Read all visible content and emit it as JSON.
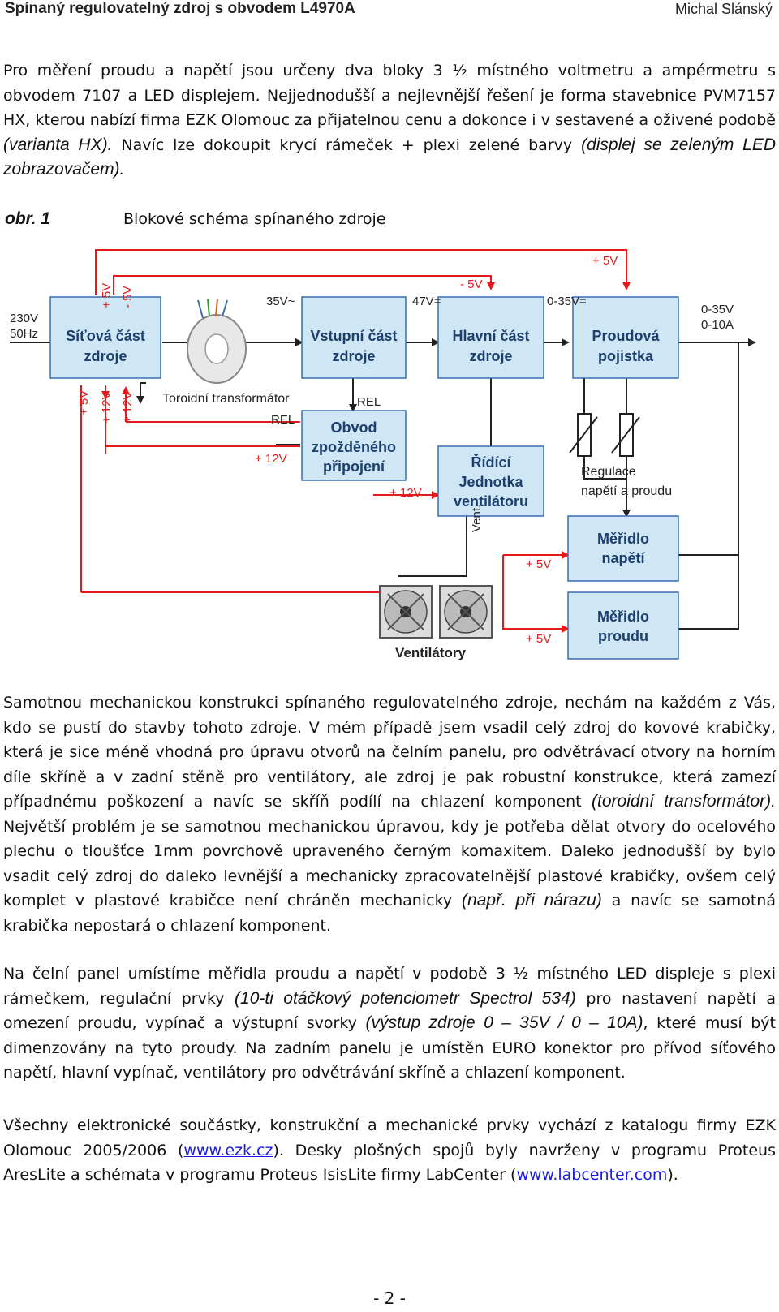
{
  "header": {
    "title": "Spínaný regulovatelný zdroj s obvodem L4970A",
    "author": "Michal Slánský"
  },
  "intro": {
    "text1": "Pro měření proudu a napětí jsou určeny dva bloky 3 ½ místného voltmetru a ampérmetru s obvodem 7107 a LED displejem. Nejjednodušší a nejlevnější řešení je forma stavebnice PVM7157 HX, kterou nabízí firma EZK Olomouc za přijatelnou cenu a dokonce i v sestavené a oživené podobě ",
    "it1": "(varianta HX).",
    "text2": " Navíc lze dokoupit krycí rámeček + plexi zelené barvy ",
    "it2": "(displej se zeleným LED zobrazovačem)."
  },
  "figure": {
    "label": "obr. 1",
    "caption": "Blokové schéma spínaného zdroje",
    "blocks": {
      "sitova1": "Síťová část",
      "sitova2": "zdroje",
      "vstupni1": "Vstupní část",
      "vstupni2": "zdroje",
      "hlavni1": "Hlavní část",
      "hlavni2": "zdroje",
      "proudova1": "Proudová",
      "proudova2": "pojistka",
      "obvod1": "Obvod",
      "obvod2": "zpožděného",
      "obvod3": "připojení",
      "ridici1": "Řídící",
      "ridici2": "Jednotka",
      "ridici3": "ventilátoru",
      "meridlo_n1": "Měřidlo",
      "meridlo_n2": "napětí",
      "meridlo_p1": "Měřidlo",
      "meridlo_p2": "proudu"
    },
    "labels": {
      "mains1": "230V",
      "mains2": "50Hz",
      "plus5v": "+ 5V",
      "minus5v": "- 5V",
      "plus12v": "+ 12V",
      "v35ac": "35V~",
      "v47dc": "47V=",
      "v035dc": "0-35V=",
      "out1": "0-35V",
      "out2": "0-10A",
      "transformer": "Toroidní transformátor",
      "rel": "REL",
      "regulace1": "Regulace",
      "regulace2": "napětí a proudu",
      "vent": "Vent.",
      "ventilatory": "Ventilátory"
    }
  },
  "body": {
    "p1_a": "Samotnou mechanickou konstrukci spínaného regulovatelného zdroje, nechám na každém z Vás, kdo se pustí do stavby tohoto zdroje. V mém případě jsem vsadil celý zdroj do kovové krabičky, která je sice méně vhodná pro úpravu otvorů na čelním panelu, pro odvětrávací otvory na horním díle skříně a v zadní stěně pro ventilátory, ale zdroj je pak robustní konstrukce, která zamezí případnému poškození a navíc se skříň podílí na chlazení komponent ",
    "p1_it1": "(toroidní transformátor).",
    "p1_b": " Největší problém je se samotnou mechanickou úpravou, kdy je potřeba dělat otvory do ocelového plechu o tloušťce 1mm povrchově upraveného černým komaxitem. Daleko jednodušší by bylo vsadit celý zdroj do daleko levnější a mechanicky zpracovatelnější plastové krabičky, ovšem celý komplet v plastové krabičce není chráněn mechanicky ",
    "p1_it2": "(např. při nárazu)",
    "p1_c": " a navíc se samotná krabička nepostará o chlazení komponent.",
    "p2_a": "Na čelní panel umístíme měřidla proudu a napětí v podobě 3 ½ místného LED displeje s plexi rámečkem, regulační prvky ",
    "p2_it1": "(10-ti otáčkový potenciometr Spectrol 534)",
    "p2_b": " pro nastavení napětí a omezení proudu, vypínač a výstupní svorky ",
    "p2_it2": "(výstup zdroje 0 – 35V / 0 – 10A)",
    "p2_c": ", které musí být dimenzovány na tyto proudy. Na zadním panelu je umístěn EURO konektor pro přívod síťového napětí, hlavní vypínač, ventilátory pro odvětrávání skříně a chlazení komponent.",
    "p3_a": "Všechny elektronické součástky, konstrukční a mechanické prvky vychází z katalogu firmy EZK Olomouc 2005/2006 (",
    "p3_link1": "www.ezk.cz",
    "p3_b": "). Desky plošných spojů byly navrženy v programu Proteus AresLite a schémata v programu Proteus IsisLite firmy LabCenter (",
    "p3_link2": "www.labcenter.com",
    "p3_c": ")."
  },
  "footer": {
    "page": "- 2 -"
  },
  "colors": {
    "block_fill": "#cfe6f4",
    "block_stroke": "#3a6fb0",
    "arrow": "#e31b1b",
    "line": "#222222"
  }
}
